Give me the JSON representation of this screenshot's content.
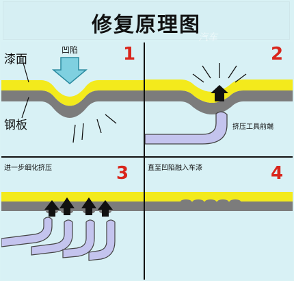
{
  "title": "修复原理图",
  "watermark": "汽车",
  "panels": [
    {
      "number": "1",
      "labels": {
        "paint": "漆面",
        "dent": "凹陷",
        "steel": "钢板"
      }
    },
    {
      "number": "2",
      "caption": "挤压工具前端"
    },
    {
      "number": "3",
      "caption": "进一步细化挤压"
    },
    {
      "number": "4",
      "caption": "直至凹陷融入车漆"
    }
  ],
  "colors": {
    "paint": "#f3ea1c",
    "steel": "#7c7c7c",
    "tool": "#c4c4ee",
    "tool_outline": "#444444",
    "arrow": "#111111",
    "number": "#d9261c",
    "background": "#d8f1f5"
  }
}
